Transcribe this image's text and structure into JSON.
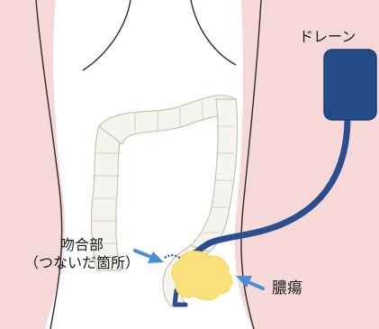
{
  "labels": {
    "drain": "ドレーン",
    "anastomosis_line1": "吻合部",
    "anastomosis_line2": "（つないだ箇所）",
    "abscess": "膿瘍"
  },
  "colors": {
    "body_skin": "#f6d8d8",
    "colon_outline": "#c9c2b0",
    "colon_fill": "#f6f4ee",
    "drain_tube": "#2a4f8f",
    "drain_bag": "#264b8a",
    "abscess": "#f9e07a",
    "arrow": "#4a8fd6"
  }
}
